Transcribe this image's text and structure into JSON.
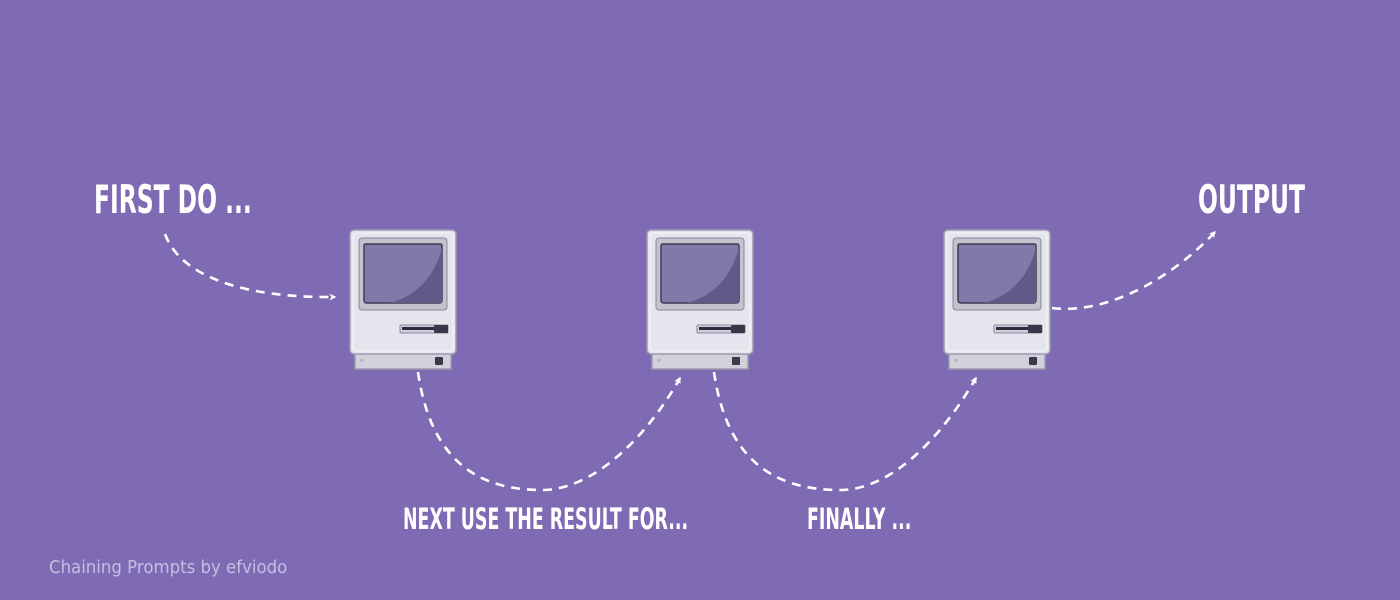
{
  "diagram": {
    "labels": {
      "first": "FIRST DO ...",
      "next": "NEXT USE THE RESULT FOR...",
      "finally": "FINALLY ...",
      "output": "OUTPUT"
    },
    "computers": [
      {
        "step": 1
      },
      {
        "step": 2
      },
      {
        "step": 3
      }
    ]
  },
  "footer": {
    "credit": "Chaining Prompts by efviodo"
  },
  "colors": {
    "background": "#7e6bb4",
    "text": "#ffffff",
    "credit_text": "#c7bde3",
    "computer_body": "#dcdbe6",
    "screen": "#807aa8"
  }
}
